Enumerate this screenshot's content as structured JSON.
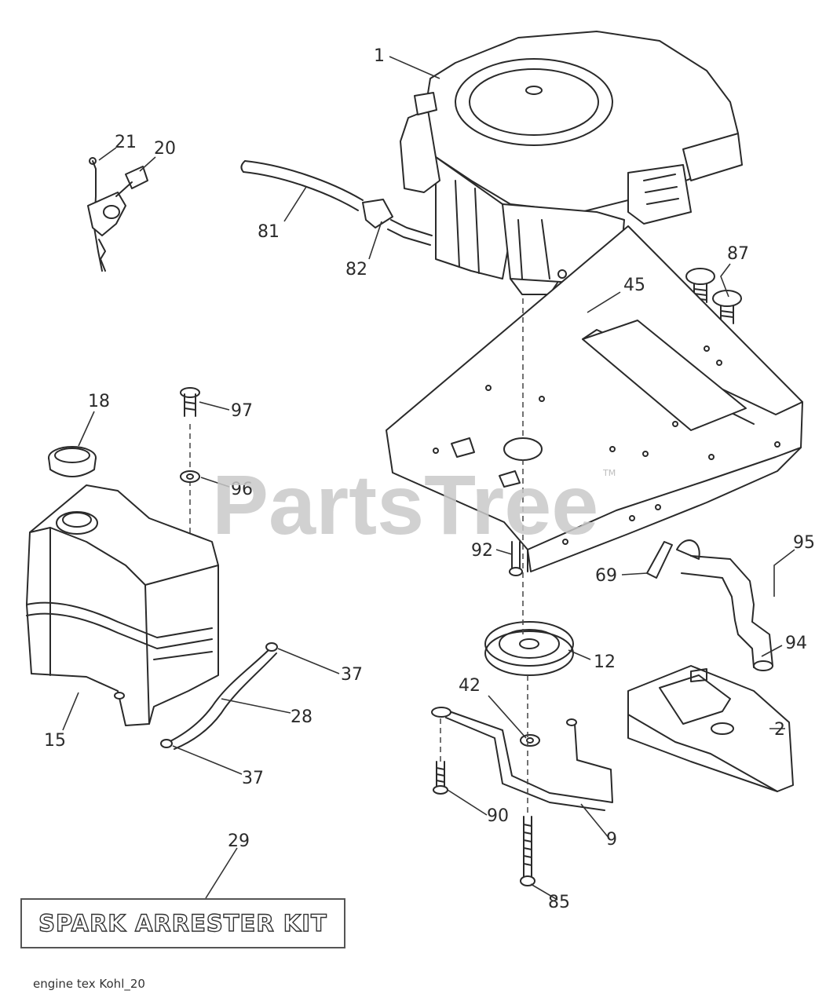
{
  "watermark": "PartsTree",
  "watermark_tm": "TM",
  "kit_label": "SPARK ARRESTER KIT",
  "footer_code": "engine tex  Kohl_20",
  "callouts": [
    {
      "id": "c1",
      "label": "1"
    },
    {
      "id": "c21",
      "label": "21"
    },
    {
      "id": "c20",
      "label": "20"
    },
    {
      "id": "c81",
      "label": "81"
    },
    {
      "id": "c82",
      "label": "82"
    },
    {
      "id": "c87",
      "label": "87"
    },
    {
      "id": "c45",
      "label": "45"
    },
    {
      "id": "c18",
      "label": "18"
    },
    {
      "id": "c97",
      "label": "97"
    },
    {
      "id": "c96",
      "label": "96"
    },
    {
      "id": "c92",
      "label": "92"
    },
    {
      "id": "c95",
      "label": "95"
    },
    {
      "id": "c69",
      "label": "69"
    },
    {
      "id": "c94",
      "label": "94"
    },
    {
      "id": "c12",
      "label": "12"
    },
    {
      "id": "c37a",
      "label": "37"
    },
    {
      "id": "c28",
      "label": "28"
    },
    {
      "id": "c15",
      "label": "15"
    },
    {
      "id": "c37b",
      "label": "37"
    },
    {
      "id": "c42",
      "label": "42"
    },
    {
      "id": "c2",
      "label": "2"
    },
    {
      "id": "c90",
      "label": "90"
    },
    {
      "id": "c9",
      "label": "9"
    },
    {
      "id": "c29",
      "label": "29"
    },
    {
      "id": "c85",
      "label": "85"
    }
  ],
  "colors": {
    "line": "#2a2a2a",
    "watermark": "#c9c9c9"
  }
}
